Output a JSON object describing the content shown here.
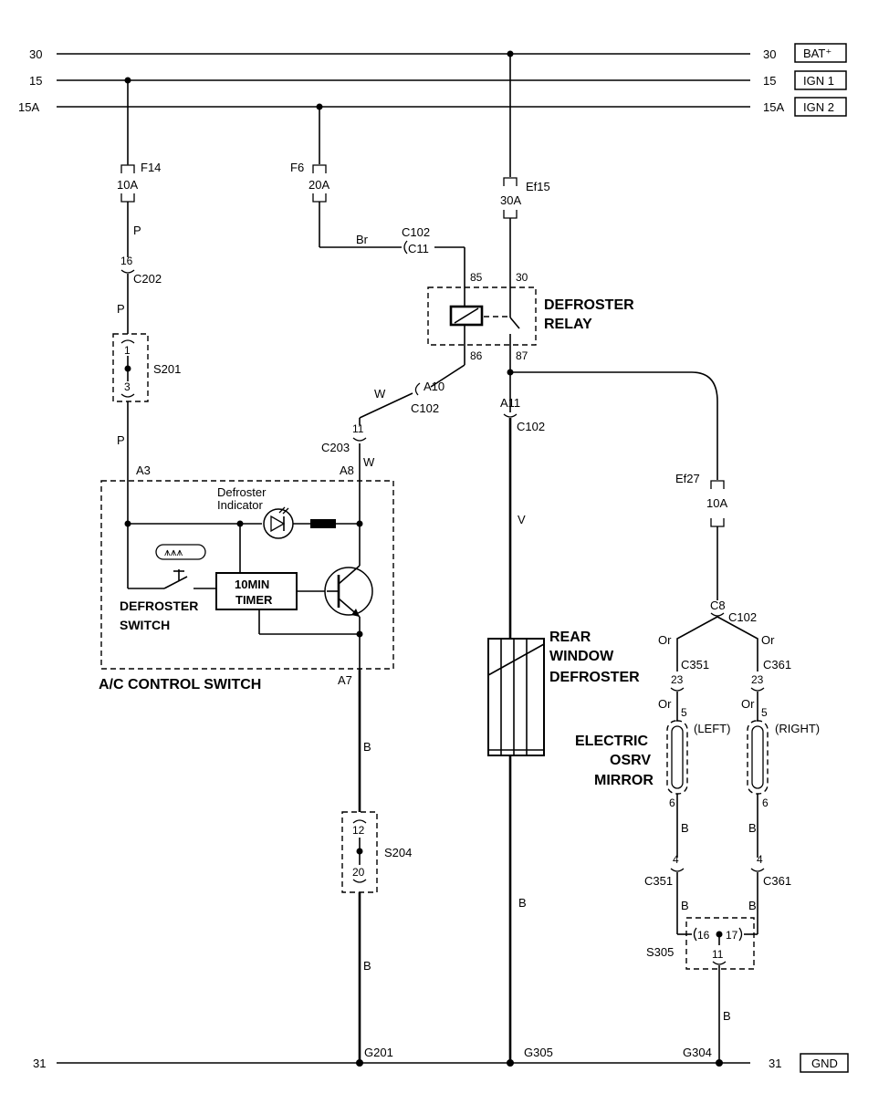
{
  "rails": {
    "r30": "30",
    "r15": "15",
    "r15a": "15A",
    "r31": "31",
    "bat": "BAT⁺",
    "ign1": "IGN 1",
    "ign2": "IGN 2",
    "gnd": "GND"
  },
  "fuses": {
    "f14": "F14",
    "f14_amp": "10A",
    "f6": "F6",
    "f6_amp": "20A",
    "ef15": "Ef15",
    "ef15_amp": "30A",
    "ef27": "Ef27",
    "ef27_amp": "10A"
  },
  "wires": {
    "p": "P",
    "br": "Br",
    "w": "W",
    "v": "V",
    "b": "B",
    "or": "Or"
  },
  "connectors": {
    "c102": "C102",
    "c11": "C11",
    "a10": "A10",
    "a11": "A11",
    "c8": "C8",
    "c202": "C202",
    "c203": "C203",
    "c351": "C351",
    "c361": "C361",
    "s201": "S201",
    "s204": "S204",
    "s305": "S305",
    "g201": "G201",
    "g305": "G305",
    "g304": "G304"
  },
  "pins": {
    "p16": "16",
    "p1": "1",
    "p3": "3",
    "p11": "11",
    "p85": "85",
    "p86": "86",
    "p30": "30",
    "p87": "87",
    "a3": "A3",
    "a8": "A8",
    "a7": "A7",
    "p12": "12",
    "p20": "20",
    "p23": "23",
    "p5": "5",
    "p6": "6",
    "p4": "4",
    "p16b": "16",
    "p17": "17",
    "p11b": "11"
  },
  "components": {
    "relay_l1": "DEFROSTER",
    "relay_l2": "RELAY",
    "indicator_l1": "Defroster",
    "indicator_l2": "Indicator",
    "timer_l1": "10MIN",
    "timer_l2": "TIMER",
    "switch_l1": "DEFROSTER",
    "switch_l2": "SWITCH",
    "ac_switch": "A/C CONTROL SWITCH",
    "rwd_l1": "REAR",
    "rwd_l2": "WINDOW",
    "rwd_l3": "DEFROSTER",
    "mirror_l1": "ELECTRIC",
    "mirror_l2": "OSRV",
    "mirror_l3": "MIRROR",
    "left": "(LEFT)",
    "right": "(RIGHT)"
  }
}
